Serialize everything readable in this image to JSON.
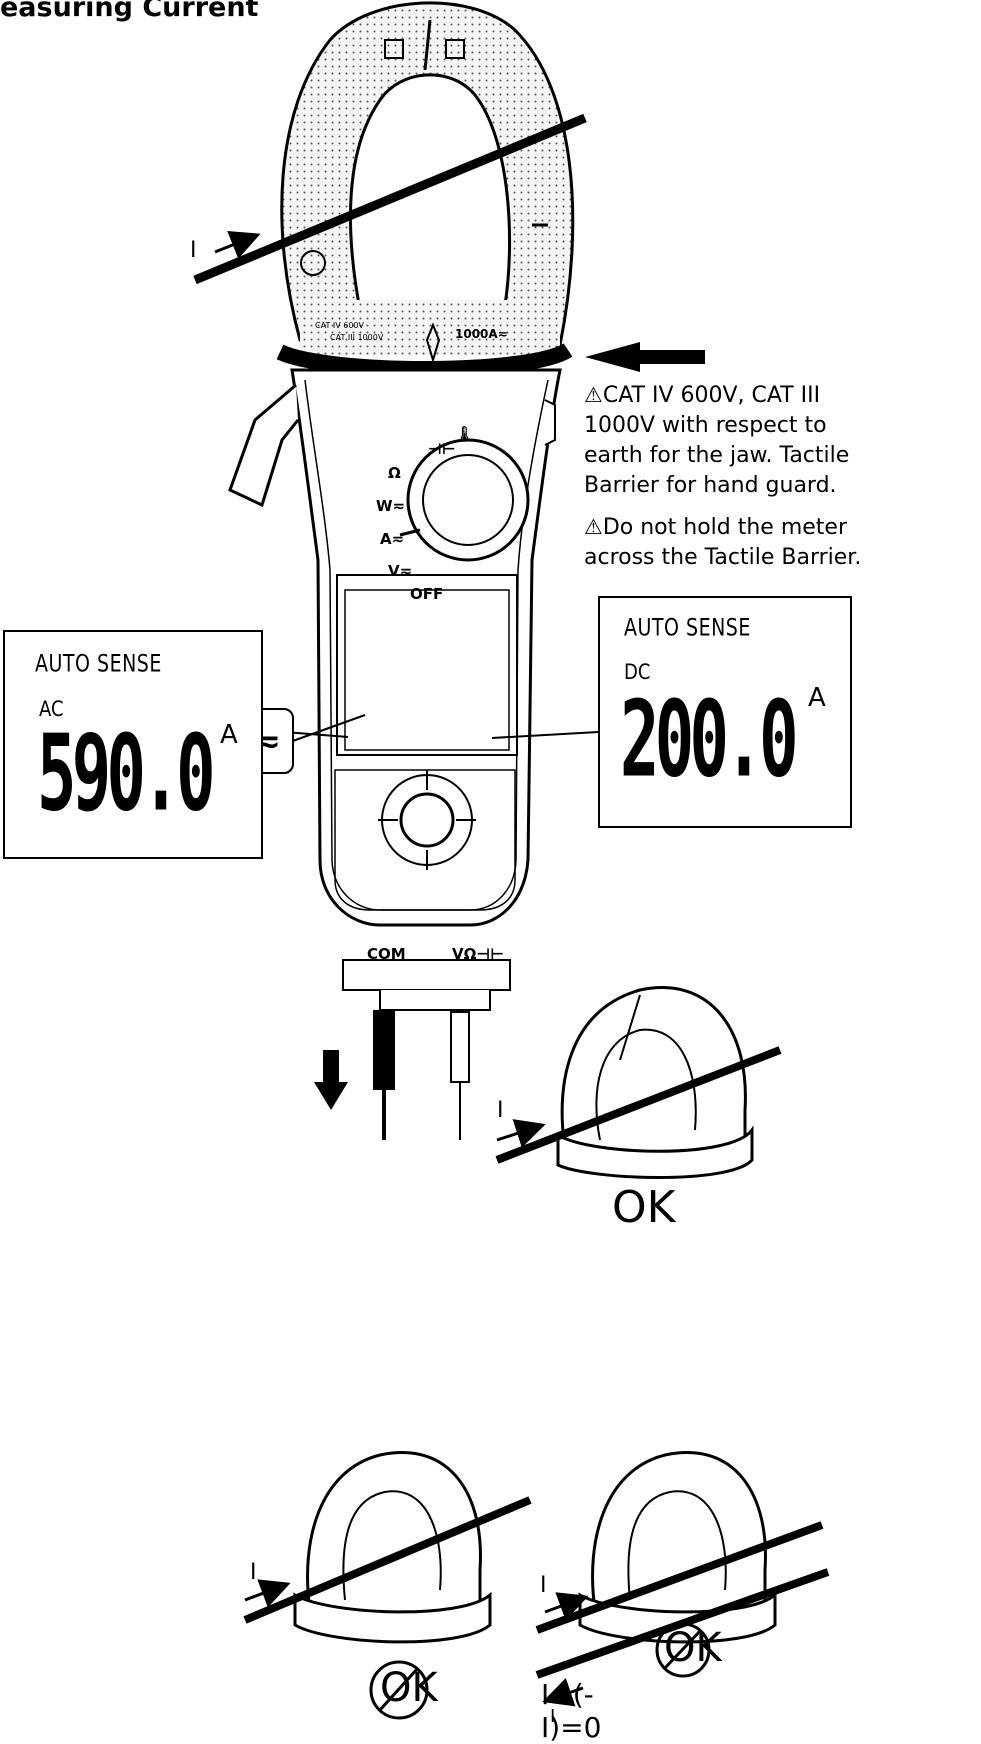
{
  "page": {
    "title": "easuring Current"
  },
  "warnings": [
    {
      "icon": "warning-triangle-icon",
      "symbol": "⚠",
      "text": "CAT IV 600V, CAT III 1000V with respect to earth for the jaw. Tactile Barrier for hand guard."
    },
    {
      "icon": "warning-triangle-icon",
      "symbol": "⚠",
      "text": "Do not hold the meter across the Tactile Barrier."
    }
  ],
  "function_badge": "A≂",
  "selector_labels": {
    "ohm": "Ω",
    "cap": "⊣⊢",
    "temp": "🌡",
    "w": "W≂",
    "a": "A≂",
    "v": "V≂",
    "off": "OFF"
  },
  "jaw_labels": {
    "rating": "1000A≂",
    "cat": "CAT IV 600V",
    "cat2": "CAT III 1000V"
  },
  "terminals": {
    "com": "COM",
    "v": "VΩ⊣⊢"
  },
  "displays": [
    {
      "header": "AUTO SENSE",
      "mode": "AC",
      "reading": "590.0",
      "unit": "A"
    },
    {
      "header": "AUTO SENSE",
      "mode": "DC",
      "reading": "200.0",
      "unit": "A"
    }
  ],
  "current_label": "I",
  "examples": [
    {
      "result": "OK",
      "conductors": 1,
      "valid": true
    },
    {
      "result": "OK",
      "conductors": 1,
      "valid": false
    },
    {
      "result": "OK",
      "conductors": 2,
      "valid": false,
      "formula": "I+(-I)=0"
    }
  ]
}
